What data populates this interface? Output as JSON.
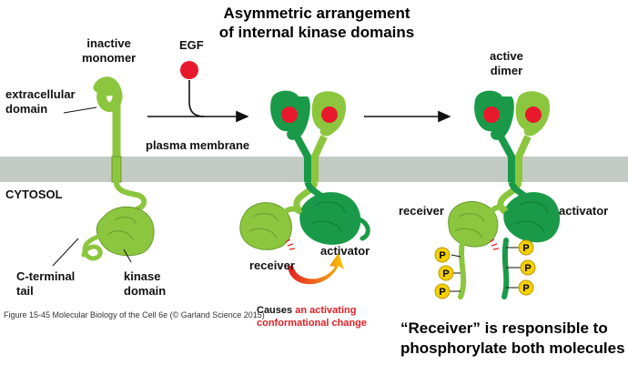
{
  "title_line1": "Asymmetric arrangement",
  "title_line2": "of internal kinase domains",
  "labels": {
    "inactive_monomer_1": "inactive",
    "inactive_monomer_2": "monomer",
    "extracellular_1": "extracellular",
    "extracellular_2": "domain",
    "egf": "EGF",
    "active_dimer_1": "active",
    "active_dimer_2": "dimer",
    "plasma_membrane": "plasma membrane",
    "cytosol": "CYTOSOL",
    "cterm_1": "C-terminal",
    "cterm_2": "tail",
    "kinase_1": "kinase",
    "kinase_2": "domain",
    "receiver_mid": "receiver",
    "activator_mid": "activator",
    "receiver_right": "receiver",
    "activator_right": "activator",
    "phospho": "P"
  },
  "causes": {
    "prefix": "Causes",
    "highlight_1": "an activating",
    "highlight_2": "conformational change"
  },
  "caption": "Figure 15-45  Molecular Biology of the Cell 6e (© Garland Science 2015)",
  "statement_1": "“Receiver” is responsible to",
  "statement_2": "phosphorylate both molecules",
  "colors": {
    "light_green": "#8cc63f",
    "dark_green": "#1a9a48",
    "membrane": "#c4cbc5",
    "ligand": "#e8192c",
    "phosphate": "#f5d000",
    "highlight_text": "#e31e24"
  }
}
